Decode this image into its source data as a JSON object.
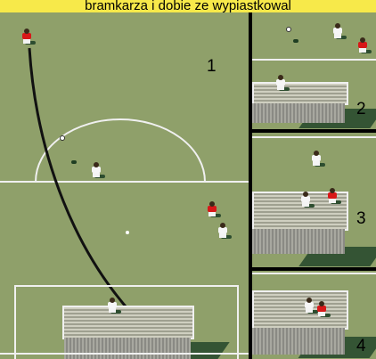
{
  "caption": {
    "text": "bramkarza i dobie ze wypiastkowal"
  },
  "panels": [
    {
      "number": "1"
    },
    {
      "number": "2"
    },
    {
      "number": "3"
    },
    {
      "number": "4"
    }
  ],
  "colors": {
    "pitch": "#8fa06a",
    "lines": "#f0f0f0",
    "red_team": "#d81818",
    "white_team": "#f6f6f6",
    "caption_bg": "#f7e94a"
  }
}
